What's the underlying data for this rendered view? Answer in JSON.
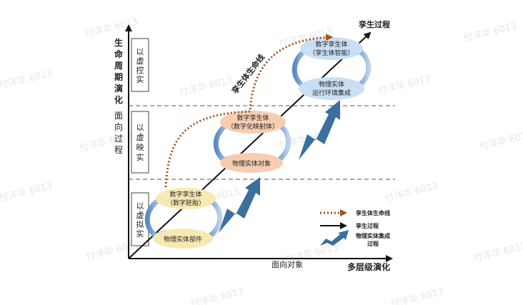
{
  "colors": {
    "lifeline": "#a0521d",
    "process": "#111111",
    "integration": "#3a6f9e",
    "stage1": "#f7e9b3",
    "stage2": "#f6cdb1",
    "stage3": "#c9dff4"
  },
  "watermark": "付洋华 6013",
  "axes": {
    "y_title": [
      "生",
      "命",
      "周",
      "期",
      "演",
      "化"
    ],
    "y_sub": [
      "面",
      "向",
      "过",
      "程"
    ],
    "x_title": "多层级演化",
    "x_sub": "面向对象"
  },
  "bands": {
    "top": [
      "以",
      "虚",
      "控",
      "实"
    ],
    "middle": [
      "以",
      "虚",
      "映",
      "实"
    ],
    "bottom": [
      "以",
      "虚",
      "拟",
      "实"
    ]
  },
  "labels": {
    "process_line": "孪生过程",
    "lifeline": "孪生体生命线"
  },
  "stages": [
    {
      "twin_line1": "数字孪生体",
      "twin_line2": "（数字胚胎）",
      "entity_line1": "物理实体部件",
      "entity_line2": ""
    },
    {
      "twin_line1": "数字孪生体",
      "twin_line2": "（数字化映射体）",
      "entity_line1": "物理实体对象",
      "entity_line2": ""
    },
    {
      "twin_line1": "数字孪生体",
      "twin_line2": "（孪生体智能）",
      "entity_line1": "物理实体",
      "entity_line2": "运行环境集成"
    }
  ],
  "legend": {
    "lifeline": "孪生体生命线",
    "process": "孪生过程",
    "integration_line1": "物理实体集成",
    "integration_line2": "过程"
  }
}
